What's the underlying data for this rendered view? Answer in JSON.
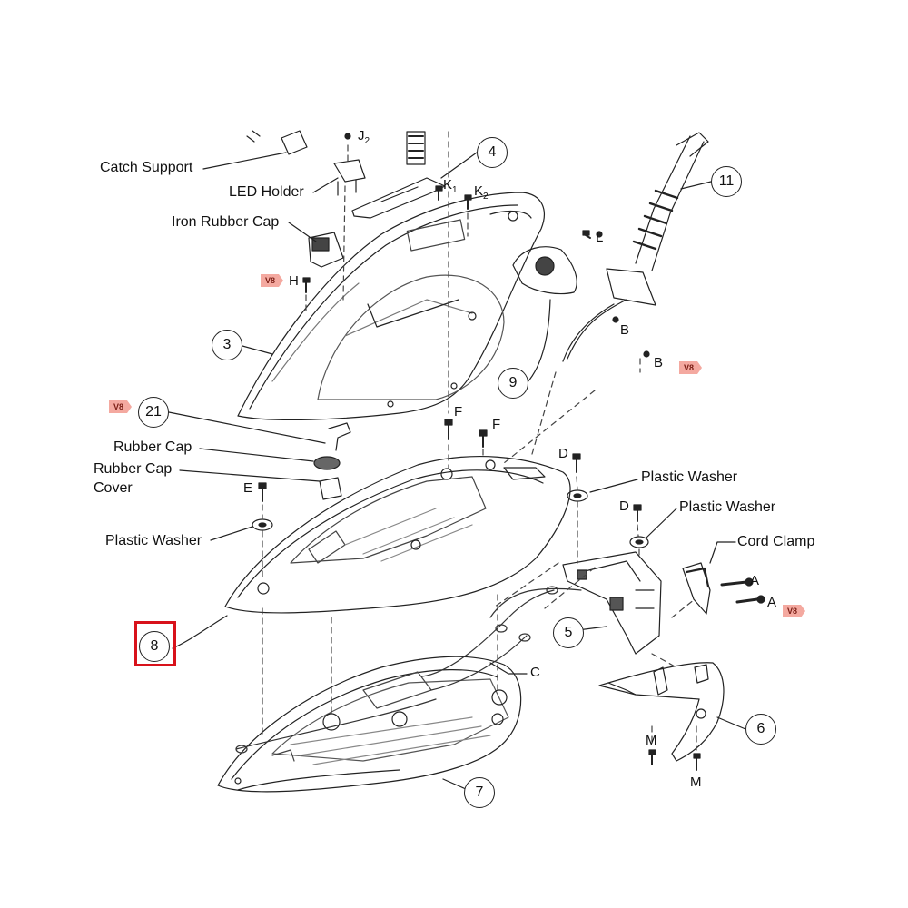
{
  "diagram": {
    "labels": {
      "catch_support": "Catch Support",
      "led_holder": "LED Holder",
      "iron_rubber_cap": "Iron Rubber Cap",
      "rubber_cap": "Rubber Cap",
      "rubber_cap_cover_line1": "Rubber Cap",
      "rubber_cap_cover_line2": "Cover",
      "plastic_washer_left": "Plastic Washer",
      "plastic_washer_1": "Plastic Washer",
      "plastic_washer_2": "Plastic Washer",
      "cord_clamp": "Cord Clamp"
    },
    "screws": {
      "j": "J",
      "j_sub": "2",
      "k1": "K",
      "k1_sub": "1",
      "k2": "K",
      "k2_sub": "2",
      "l": "L",
      "h": "H",
      "b1": "B",
      "b2": "B",
      "f1": "F",
      "f2": "F",
      "d1": "D",
      "d2": "D",
      "e": "E",
      "a1": "A",
      "a2": "A",
      "c": "C",
      "m1": "M",
      "m2": "M"
    },
    "callouts": [
      "3",
      "4",
      "5",
      "6",
      "7",
      "8",
      "9",
      "11",
      "21"
    ],
    "badge_text": "V8",
    "highlighted_part": "8",
    "colors": {
      "line": "#222222",
      "badge": "#f4a9a0",
      "highlight": "#d8121b"
    }
  }
}
